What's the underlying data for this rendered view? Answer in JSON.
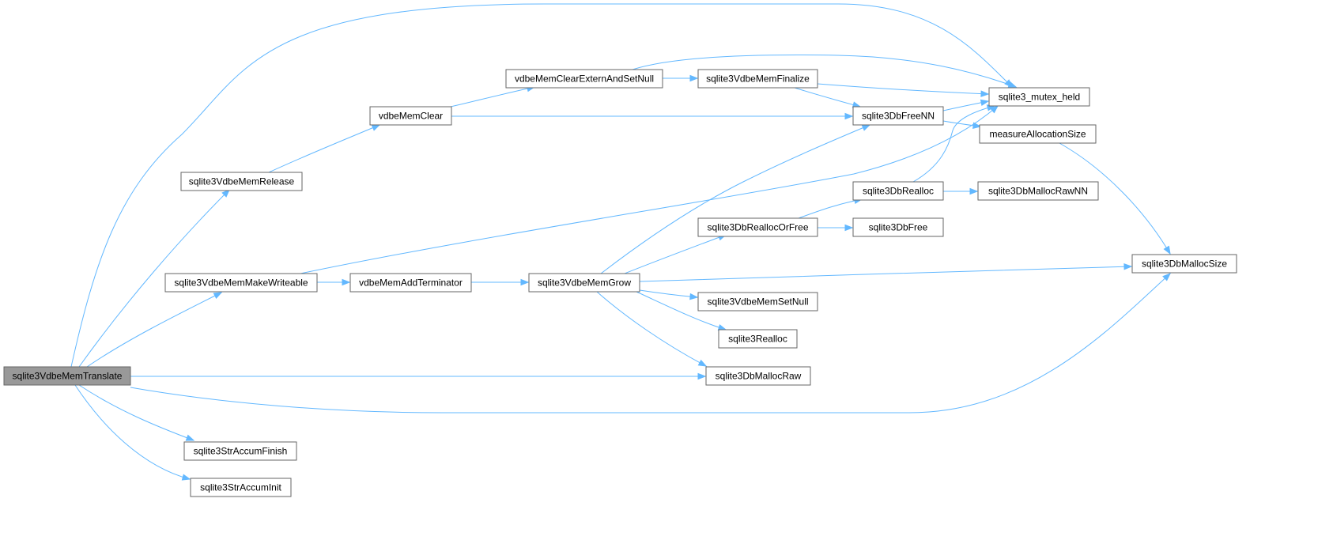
{
  "graph": {
    "colors": {
      "edge": "#63b8ff",
      "node_border": "#666666",
      "root_fill": "#999999",
      "node_fill": "#ffffff"
    },
    "root": "sqlite3VdbeMemTranslate",
    "nodes": [
      {
        "id": "translate",
        "label": "sqlite3VdbeMemTranslate"
      },
      {
        "id": "release",
        "label": "sqlite3VdbeMemRelease"
      },
      {
        "id": "makewriteable",
        "label": "sqlite3VdbeMemMakeWriteable"
      },
      {
        "id": "finish",
        "label": "sqlite3StrAccumFinish"
      },
      {
        "id": "init",
        "label": "sqlite3StrAccumInit"
      },
      {
        "id": "memclear",
        "label": "vdbeMemClear"
      },
      {
        "id": "addterm",
        "label": "vdbeMemAddTerminator"
      },
      {
        "id": "clearextern",
        "label": "vdbeMemClearExternAndSetNull"
      },
      {
        "id": "grow",
        "label": "sqlite3VdbeMemGrow"
      },
      {
        "id": "finalize",
        "label": "sqlite3VdbeMemFinalize"
      },
      {
        "id": "freenn",
        "label": "sqlite3DbFreeNN"
      },
      {
        "id": "realloc",
        "label": "sqlite3DbRealloc"
      },
      {
        "id": "reallocorfree",
        "label": "sqlite3DbReallocOrFree"
      },
      {
        "id": "setnull",
        "label": "sqlite3VdbeMemSetNull"
      },
      {
        "id": "srealloc",
        "label": "sqlite3Realloc"
      },
      {
        "id": "mallocraw",
        "label": "sqlite3DbMallocRaw"
      },
      {
        "id": "mutex",
        "label": "sqlite3_mutex_held"
      },
      {
        "id": "measure",
        "label": "measureAllocationSize"
      },
      {
        "id": "mallocrawnn",
        "label": "sqlite3DbMallocRawNN"
      },
      {
        "id": "dbfree",
        "label": "sqlite3DbFree"
      },
      {
        "id": "mallocsize",
        "label": "sqlite3DbMallocSize"
      }
    ],
    "edges": [
      {
        "from": "translate",
        "to": "mutex"
      },
      {
        "from": "translate",
        "to": "release"
      },
      {
        "from": "translate",
        "to": "makewriteable"
      },
      {
        "from": "translate",
        "to": "mallocraw"
      },
      {
        "from": "translate",
        "to": "mallocsize"
      },
      {
        "from": "translate",
        "to": "finish"
      },
      {
        "from": "translate",
        "to": "init"
      },
      {
        "from": "release",
        "to": "memclear"
      },
      {
        "from": "memclear",
        "to": "clearextern"
      },
      {
        "from": "memclear",
        "to": "freenn"
      },
      {
        "from": "clearextern",
        "to": "finalize"
      },
      {
        "from": "clearextern",
        "to": "mutex"
      },
      {
        "from": "finalize",
        "to": "mutex"
      },
      {
        "from": "finalize",
        "to": "freenn"
      },
      {
        "from": "freenn",
        "to": "mutex"
      },
      {
        "from": "freenn",
        "to": "measure"
      },
      {
        "from": "measure",
        "to": "mallocsize"
      },
      {
        "from": "makewriteable",
        "to": "addterm"
      },
      {
        "from": "makewriteable",
        "to": "mutex"
      },
      {
        "from": "addterm",
        "to": "grow"
      },
      {
        "from": "grow",
        "to": "freenn"
      },
      {
        "from": "grow",
        "to": "reallocorfree"
      },
      {
        "from": "grow",
        "to": "mallocsize"
      },
      {
        "from": "grow",
        "to": "setnull"
      },
      {
        "from": "grow",
        "to": "srealloc"
      },
      {
        "from": "grow",
        "to": "mallocraw"
      },
      {
        "from": "reallocorfree",
        "to": "realloc"
      },
      {
        "from": "reallocorfree",
        "to": "dbfree"
      },
      {
        "from": "realloc",
        "to": "mallocrawnn"
      },
      {
        "from": "realloc",
        "to": "mutex"
      }
    ]
  }
}
